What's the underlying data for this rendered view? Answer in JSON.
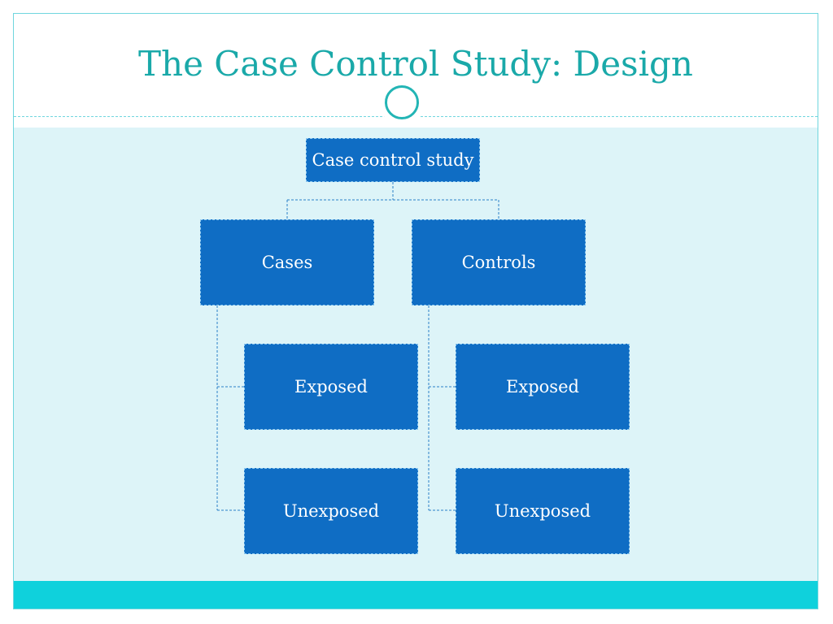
{
  "slide": {
    "title": "The Case Control Study: Design"
  },
  "diagram": {
    "root": "Case control study",
    "groups": [
      {
        "label": "Cases",
        "children": [
          "Exposed",
          "Unexposed"
        ]
      },
      {
        "label": "Controls",
        "children": [
          "Exposed",
          "Unexposed"
        ]
      }
    ]
  },
  "colors": {
    "title": "#1aa9a9",
    "node_fill": "#0f6dc4",
    "connector": "#2a7fc9",
    "content_bg": "#ddf4f8",
    "footer_band": "#0fd1dc"
  }
}
